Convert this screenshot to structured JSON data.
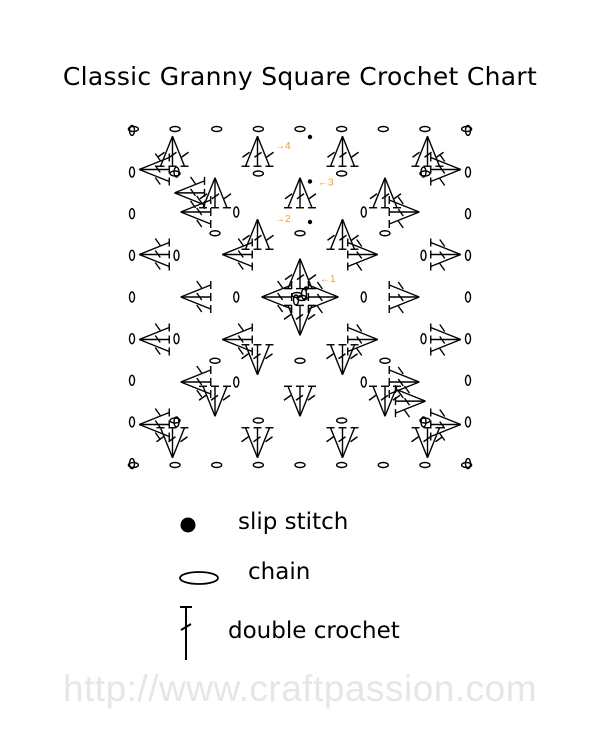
{
  "title": "Classic Granny Square Crochet Chart",
  "rounds": [
    "1",
    "2",
    "3",
    "4"
  ],
  "legend": {
    "slip_stitch": "slip stitch",
    "chain": "chain",
    "double_crochet": "double crochet"
  },
  "watermark": "http://www.craftpassion.com",
  "colors": {
    "round_marker": "#f0a020",
    "watermark": "#e6e6e6"
  }
}
